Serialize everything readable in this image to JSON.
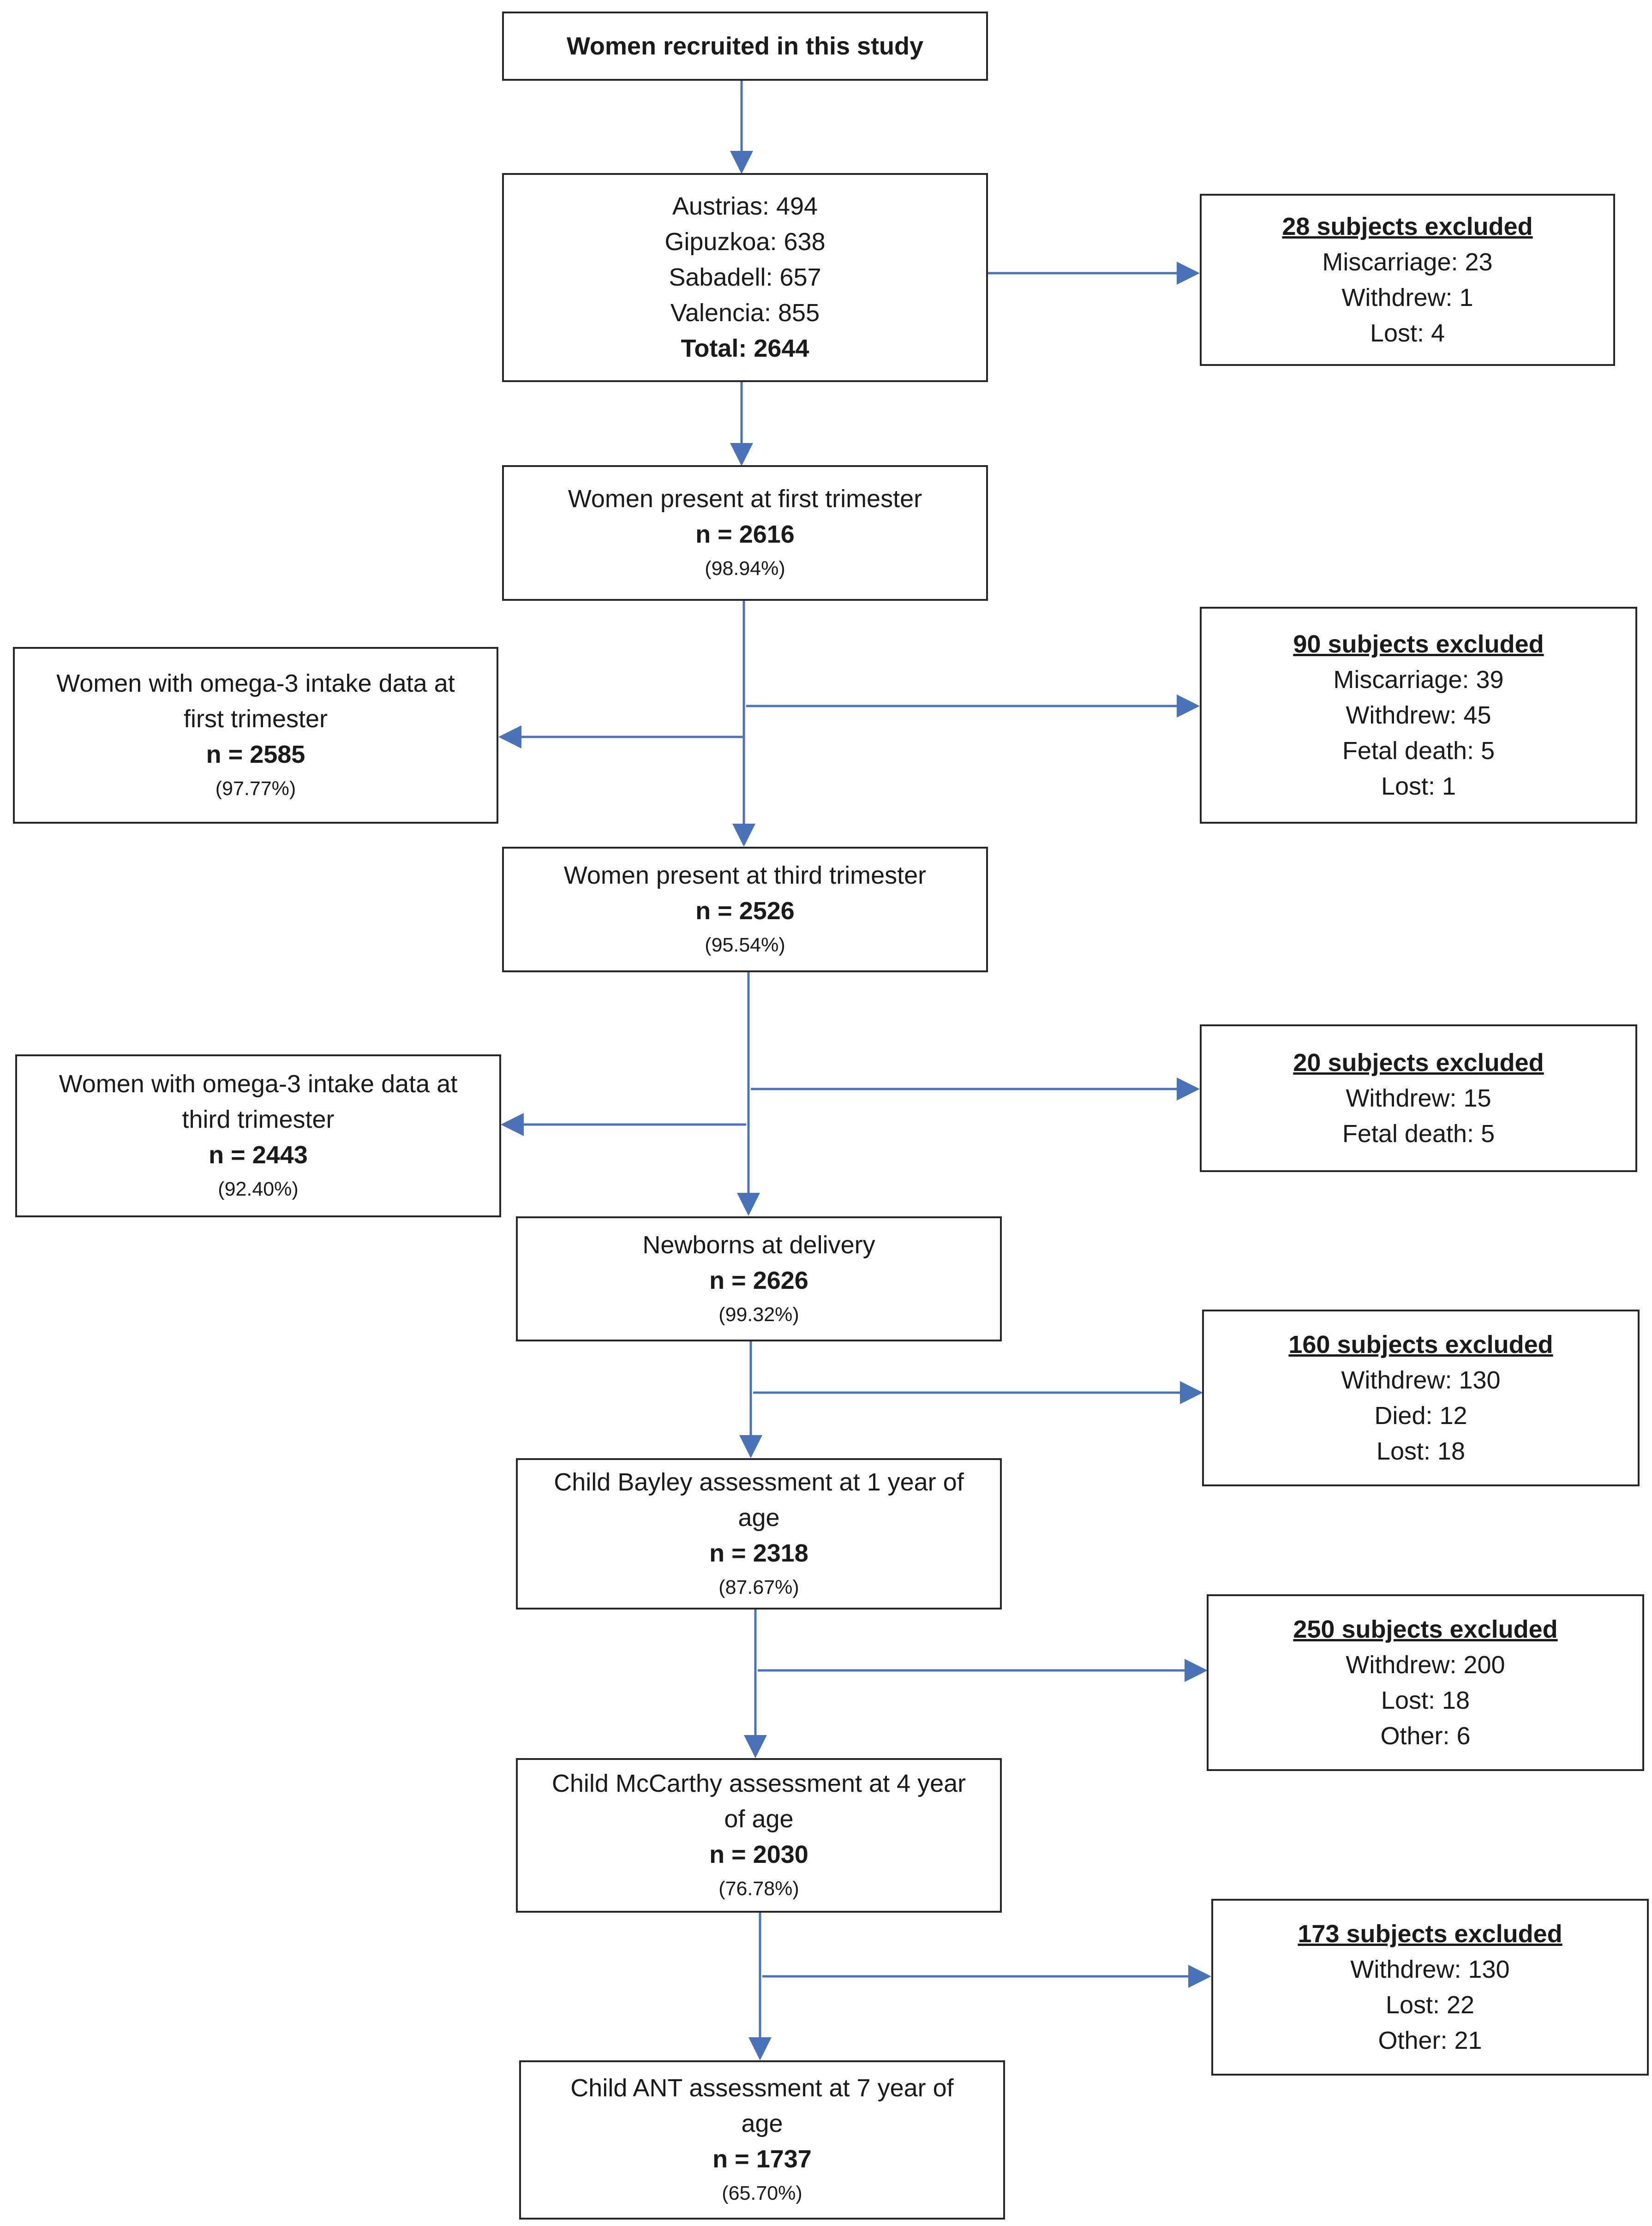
{
  "recruited": {
    "title": "Women recruited in this study"
  },
  "cohorts": {
    "lines": [
      "Austrias: 494",
      "Gipuzkoa: 638",
      "Sabadell: 657",
      "Valencia: 855"
    ],
    "total": "Total: 2644"
  },
  "excl1": {
    "heading": "28 subjects excluded",
    "lines": [
      "Miscarriage: 23",
      "Withdrew: 1",
      "Lost: 4"
    ]
  },
  "first_trimester": {
    "label": "Women present at first trimester",
    "n": "n = 2616",
    "pct": "(98.94%)"
  },
  "excl2": {
    "heading": "90 subjects excluded",
    "lines": [
      "Miscarriage: 39",
      "Withdrew: 45",
      "Fetal death: 5",
      "Lost: 1"
    ]
  },
  "omega_first": {
    "label1": "Women with omega-3 intake data at",
    "label2": "first trimester",
    "n": "n = 2585",
    "pct": "(97.77%)"
  },
  "third_trimester": {
    "label": "Women present at third trimester",
    "n": "n = 2526",
    "pct": "(95.54%)"
  },
  "excl3": {
    "heading": "20 subjects excluded",
    "lines": [
      "Withdrew: 15",
      "Fetal death: 5"
    ]
  },
  "omega_third": {
    "label1": "Women with omega-3 intake data at",
    "label2": "third trimester",
    "n": "n = 2443",
    "pct": "(92.40%)"
  },
  "newborns": {
    "label": "Newborns at delivery",
    "n": "n = 2626",
    "pct": "(99.32%)"
  },
  "excl4": {
    "heading": "160 subjects excluded",
    "lines": [
      "Withdrew: 130",
      "Died: 12",
      "Lost: 18"
    ]
  },
  "bayley": {
    "label1": "Child Bayley assessment at 1 year of",
    "label2": "age",
    "n": "n = 2318",
    "pct": "(87.67%)"
  },
  "excl5": {
    "heading": "250 subjects excluded",
    "lines": [
      "Withdrew: 200",
      "Lost: 18",
      "Other: 6"
    ]
  },
  "mccarthy": {
    "label1": "Child McCarthy assessment at 4 year",
    "label2": "of age",
    "n": "n = 2030",
    "pct": "(76.78%)"
  },
  "excl6": {
    "heading": "173 subjects excluded",
    "lines": [
      "Withdrew: 130",
      "Lost: 22",
      "Other: 21"
    ]
  },
  "ant": {
    "label1": "Child ANT assessment at 7 year of",
    "label2": "age",
    "n": "n = 1737",
    "pct": "(65.70%)"
  },
  "colors": {
    "arrow": "#4a72b8",
    "border": "#262626"
  }
}
